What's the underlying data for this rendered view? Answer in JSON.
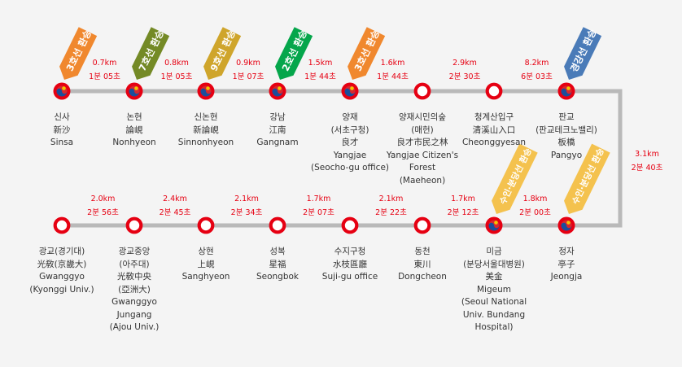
{
  "colors": {
    "track": "#b9b9b9",
    "ring": "#e60012",
    "segment_text": "#e60012",
    "line3": "#f0882e",
    "line7": "#748a26",
    "line9": "#cfa52b",
    "line2": "#05a64b",
    "gyeonggang": "#4a7bb8",
    "suin_bundang": "#f4c24e"
  },
  "stations_top": [
    {
      "lines": [
        "신사",
        "新沙",
        "Sinsa"
      ],
      "transfer": true
    },
    {
      "lines": [
        "논현",
        "論峴",
        "Nonhyeon"
      ],
      "transfer": true
    },
    {
      "lines": [
        "신논현",
        "新論峴",
        "Sinnonhyeon"
      ],
      "transfer": true
    },
    {
      "lines": [
        "강남",
        "江南",
        "Gangnam"
      ],
      "transfer": true
    },
    {
      "lines": [
        "양재",
        "(서초구청)",
        "良才",
        "Yangjae",
        "(Seocho-gu office)"
      ],
      "transfer": true
    },
    {
      "lines": [
        "양재시민의숲",
        "(매헌)",
        "良才市民之林",
        "Yangjae Citizen's",
        "Forest",
        "(Maeheon)"
      ],
      "transfer": false
    },
    {
      "lines": [
        "청계산입구",
        "清溪山入口",
        "Cheonggyesan"
      ],
      "transfer": false
    },
    {
      "lines": [
        "판교",
        "(판교테크노밸리)",
        "板橋",
        "Pangyo"
      ],
      "transfer": true
    }
  ],
  "stations_bottom": [
    {
      "lines": [
        "광교(경기대)",
        "光敎(京畿大)",
        "Gwanggyo",
        "(Kyonggi Univ.)"
      ],
      "transfer": false
    },
    {
      "lines": [
        "광교중앙",
        "(아주대)",
        "光敎中央",
        "(亞洲大)",
        "Gwanggyo",
        "Jungang",
        "(Ajou Univ.)"
      ],
      "transfer": false
    },
    {
      "lines": [
        "상현",
        "上峴",
        "Sanghyeon"
      ],
      "transfer": false
    },
    {
      "lines": [
        "성복",
        "星福",
        "Seongbok"
      ],
      "transfer": false
    },
    {
      "lines": [
        "수지구청",
        "水枝區廳",
        "Suji-gu office"
      ],
      "transfer": false
    },
    {
      "lines": [
        "동천",
        "東川",
        "Dongcheon"
      ],
      "transfer": false
    },
    {
      "lines": [
        "미금",
        "(분당서울대병원)",
        "美金",
        "Migeum",
        "(Seoul National",
        "Univ. Bundang",
        "Hospital)"
      ],
      "transfer": true
    },
    {
      "lines": [
        "정자",
        "亭子",
        "Jeongja"
      ],
      "transfer": true
    }
  ],
  "segments_top": [
    {
      "distance": "0.7km",
      "time": "1분 05초"
    },
    {
      "distance": "0.8km",
      "time": "1분 05초"
    },
    {
      "distance": "0.9km",
      "time": "1분 07초"
    },
    {
      "distance": "1.5km",
      "time": "1분 44초"
    },
    {
      "distance": "1.6km",
      "time": "1분 44초"
    },
    {
      "distance": "2.9km",
      "time": "2분 30초"
    },
    {
      "distance": "8.2km",
      "time": "6분 03초"
    }
  ],
  "segment_side": {
    "distance": "3.1km",
    "time": "2분 40초"
  },
  "segments_bottom": [
    {
      "distance": "2.0km",
      "time": "2분 56초"
    },
    {
      "distance": "2.4km",
      "time": "2분 45초"
    },
    {
      "distance": "2.1km",
      "time": "2분 34초"
    },
    {
      "distance": "1.7km",
      "time": "2분 07초"
    },
    {
      "distance": "2.1km",
      "time": "2분 22초"
    },
    {
      "distance": "1.7km",
      "time": "2분 12초"
    },
    {
      "distance": "1.8km",
      "time": "2분 00초"
    }
  ],
  "transfer_tags": [
    {
      "text": "3호선 환승",
      "color": "#f0882e",
      "station": "top-0"
    },
    {
      "text": "7호선 환승",
      "color": "#748a26",
      "station": "top-1"
    },
    {
      "text": "9호선 환승",
      "color": "#cfa52b",
      "station": "top-2"
    },
    {
      "text": "2호선 환승",
      "color": "#05a64b",
      "station": "top-3"
    },
    {
      "text": "3호선 환승",
      "color": "#f0882e",
      "station": "top-4"
    },
    {
      "text": "경강선 환승",
      "color": "#4a7bb8",
      "station": "top-7"
    },
    {
      "text": "수인·분당선 환승",
      "color": "#f4c24e",
      "station": "bottom-6"
    },
    {
      "text": "수인·분당선 환승",
      "color": "#f4c24e",
      "station": "bottom-7"
    }
  ]
}
